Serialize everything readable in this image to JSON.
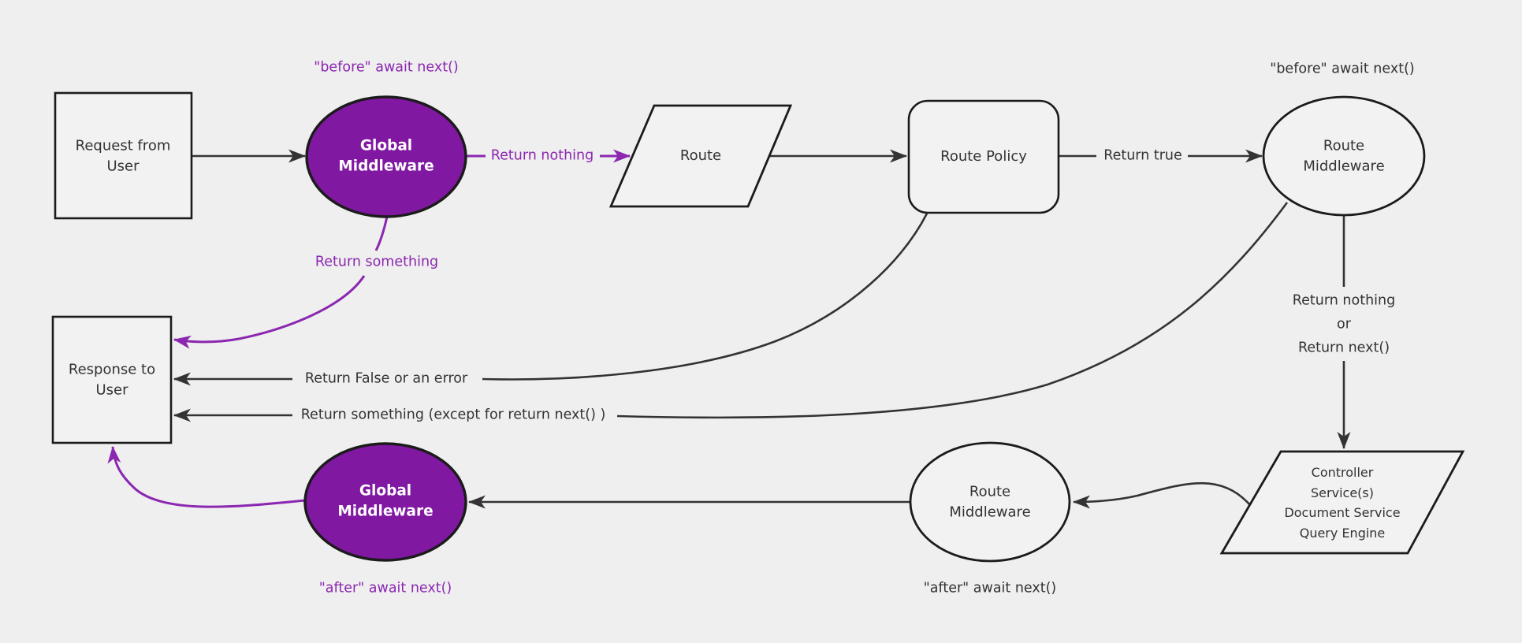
{
  "diagram": {
    "colors": {
      "background": "#efefef",
      "node_fill": "#f2f2f2",
      "node_border": "#1b1b1b",
      "edge_dark": "#333333",
      "edge_purple": "#8b27b0",
      "purple_fill": "#8018a2",
      "text_dark": "#333333",
      "text_on_purple": "#ffffff"
    },
    "nodes": {
      "request": {
        "label": "Request from\nUser",
        "shape": "rectangle"
      },
      "global_mw_before": {
        "label": "Global\nMiddleware",
        "shape": "ellipse"
      },
      "route": {
        "label": "Route",
        "shape": "parallelogram"
      },
      "route_policy": {
        "label": "Route Policy",
        "shape": "rounded-rectangle"
      },
      "route_mw_before": {
        "label": "Route\nMiddleware",
        "shape": "ellipse"
      },
      "controller": {
        "label": "Controller\nService(s)\nDocument Service\nQuery Engine",
        "shape": "parallelogram"
      },
      "route_mw_after": {
        "label": "Route\nMiddleware",
        "shape": "ellipse"
      },
      "global_mw_after": {
        "label": "Global\nMiddleware",
        "shape": "ellipse"
      },
      "response": {
        "label": "Response to\nUser",
        "shape": "rectangle"
      }
    },
    "annotations": {
      "before_global": {
        "text": "\"before\" await next()",
        "color": "purple"
      },
      "before_route": {
        "text": "\"before\" await next()",
        "color": "dark"
      },
      "after_route": {
        "text": "\"after\" await next()",
        "color": "dark"
      },
      "after_global": {
        "text": "\"after\" await next()",
        "color": "purple"
      }
    },
    "edge_labels": {
      "return_nothing": {
        "text": "Return nothing",
        "color": "purple"
      },
      "return_true": {
        "text": "Return true",
        "color": "dark"
      },
      "return_something": {
        "text": "Return something",
        "color": "purple"
      },
      "return_nothing_or_next": {
        "text": "Return nothing\nor\nReturn next()",
        "color": "dark"
      },
      "return_false_or_error": {
        "text": "Return False or an error",
        "color": "dark"
      },
      "return_something_except": {
        "text": "Return something (except for return next() )",
        "color": "dark"
      }
    }
  }
}
